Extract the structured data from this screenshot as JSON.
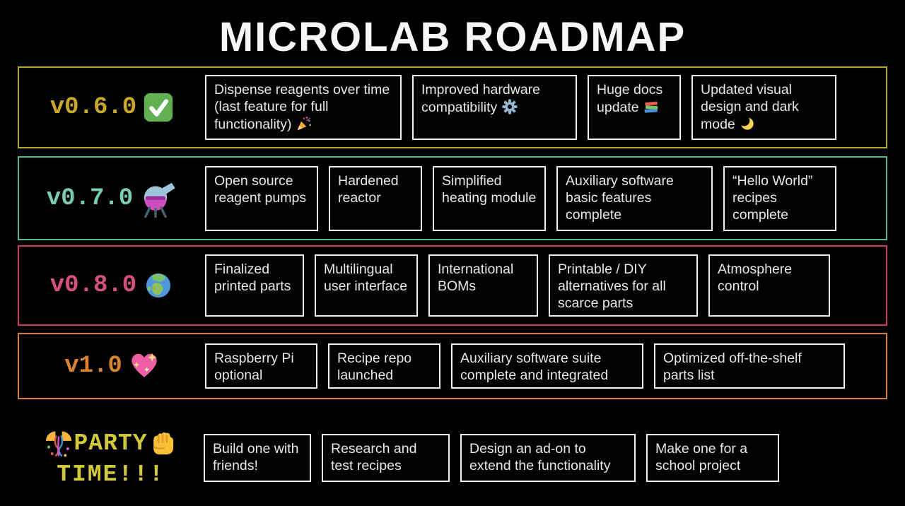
{
  "title": "MICROLAB ROADMAP",
  "rows": [
    {
      "version": "v0.6.0",
      "icon": "check-mark-button-icon",
      "emoji": "✅",
      "accent_color": "#b5a533",
      "label_color": "#c9a72b",
      "boxes": [
        {
          "text": "Dispense reagents over time (last feature for full functionality)",
          "icon": "party-popper-icon",
          "emoji": "🎉"
        },
        {
          "text": "Improved hardware compatibility",
          "icon": "gear-icon",
          "emoji": "⚙️"
        },
        {
          "text": "Huge docs update",
          "icon": "books-icon",
          "emoji": "📚"
        },
        {
          "text": "Updated visual design and dark mode",
          "icon": "crescent-moon-icon",
          "emoji": "🌙"
        }
      ]
    },
    {
      "version": "v0.7.0",
      "icon": "alembic-icon",
      "emoji": "⚗️",
      "accent_color": "#4fb79a",
      "label_color": "#79ccb1",
      "boxes": [
        {
          "text": "Open source reagent pumps"
        },
        {
          "text": "Hardened reactor"
        },
        {
          "text": "Simplified heating module"
        },
        {
          "text": "Auxiliary software basic features complete"
        },
        {
          "text": "“Hello World” recipes complete"
        }
      ]
    },
    {
      "version": "v0.8.0",
      "icon": "globe-icon",
      "emoji": "🌍",
      "accent_color": "#ce3a68",
      "label_color": "#d5517f",
      "boxes": [
        {
          "text": "Finalized printed parts"
        },
        {
          "text": "Multilingual user interface"
        },
        {
          "text": "International BOMs"
        },
        {
          "text": "Printable / DIY alternatives for all scarce parts"
        },
        {
          "text": "Atmosphere control"
        }
      ]
    },
    {
      "version": "v1.0",
      "icon": "sparkling-heart-icon",
      "emoji": "💖",
      "accent_color": "#dd7e2f",
      "label_color": "#d9832e",
      "boxes": [
        {
          "text": "Raspberry Pi optional"
        },
        {
          "text": "Recipe repo launched"
        },
        {
          "text": "Auxiliary software suite complete and integrated"
        },
        {
          "text": "Optimized off-the-shelf parts list"
        }
      ]
    },
    {
      "version_line1": "PARTY",
      "version_line2": "TIME!!!",
      "icons": [
        "confetti-ball-icon",
        "raised-fist-icon"
      ],
      "emojis": [
        "🎊",
        "✊"
      ],
      "label_color": "#d2c83e",
      "boxes": [
        {
          "text": "Build one with friends!"
        },
        {
          "text": "Research and test recipes"
        },
        {
          "text": "Design an ad-on to extend the functionality"
        },
        {
          "text": "Make one for a school project"
        }
      ]
    }
  ]
}
